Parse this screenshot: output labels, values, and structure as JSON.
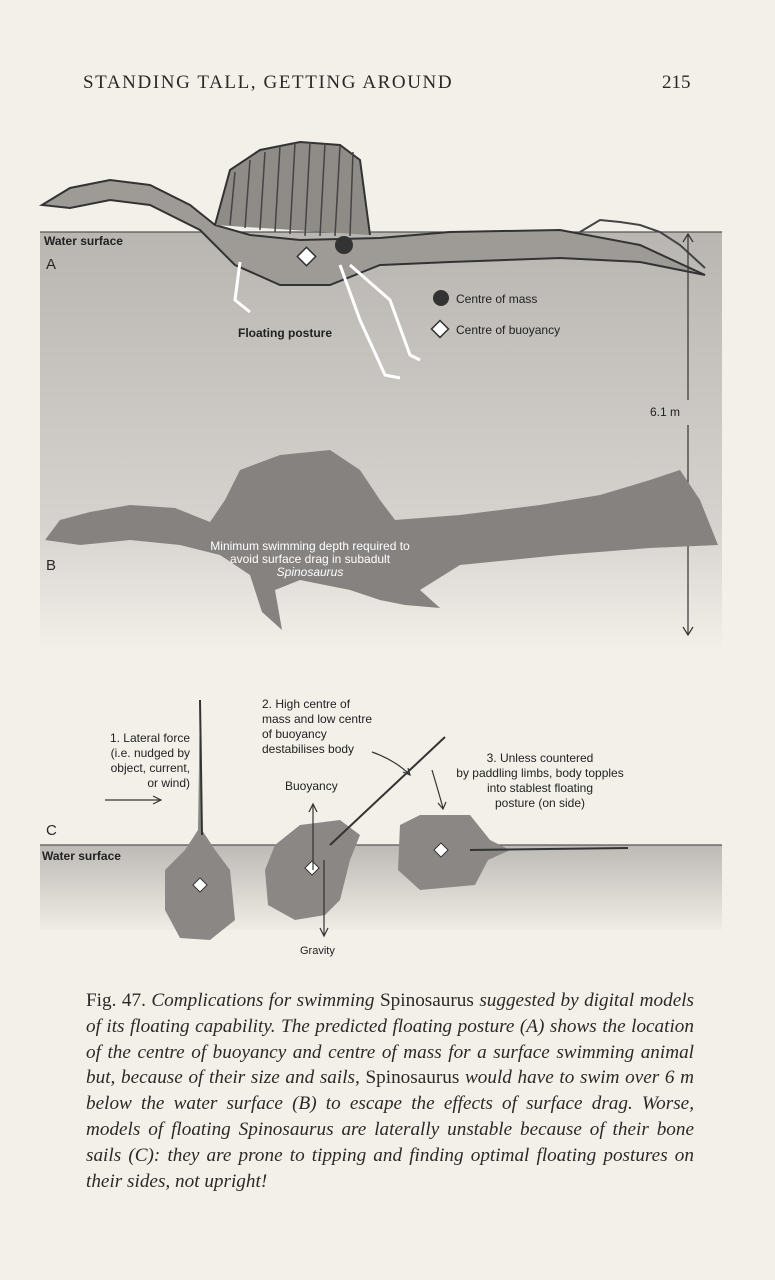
{
  "header": {
    "running_title": "STANDING TALL, GETTING AROUND",
    "page_number": "215"
  },
  "figure": {
    "panel_a": {
      "letter": "A",
      "water_surface": "Water surface",
      "posture_label": "Floating posture",
      "legend_mass": "Centre of mass",
      "legend_buoyancy": "Centre of buoyancy",
      "depth": "6.1 m"
    },
    "panel_b": {
      "letter": "B",
      "label_line1": "Minimum swimming depth required to",
      "label_line2": "avoid surface drag in subadult",
      "label_line3": "Spinosaurus"
    },
    "panel_c": {
      "letter": "C",
      "water_surface": "Water surface",
      "note1": [
        "1. Lateral force",
        "(i.e. nudged by",
        "object, current,",
        "or wind)"
      ],
      "note2": [
        "2. High centre of",
        "mass and low centre",
        "of  buoyancy",
        "destabilises body"
      ],
      "note3": [
        "3. Unless countered",
        "by paddling limbs, body topples",
        "into stablest floating",
        "posture (on side)"
      ],
      "buoyancy": "Buoyancy",
      "gravity": "Gravity"
    }
  },
  "caption": {
    "fig_label": "Fig. 47.",
    "s1": "Complications for swimming",
    "s2": "Spinosaurus",
    "s3": "suggested by digital models of its floating capability. The predicted floating posture (A) shows the location of the centre of buoyancy and centre of mass for a surface swimming animal but, because of their size and sails,",
    "s4": "Spinosaurus",
    "s5": "would have to swim over 6 m below the water surface (B) to escape the effects of surface drag. Worse, models of floating Spinosaurus are laterally unstable because of their bone sails (C): they are prone to tipping and finding optimal floating postures on their sides, not upright!"
  }
}
